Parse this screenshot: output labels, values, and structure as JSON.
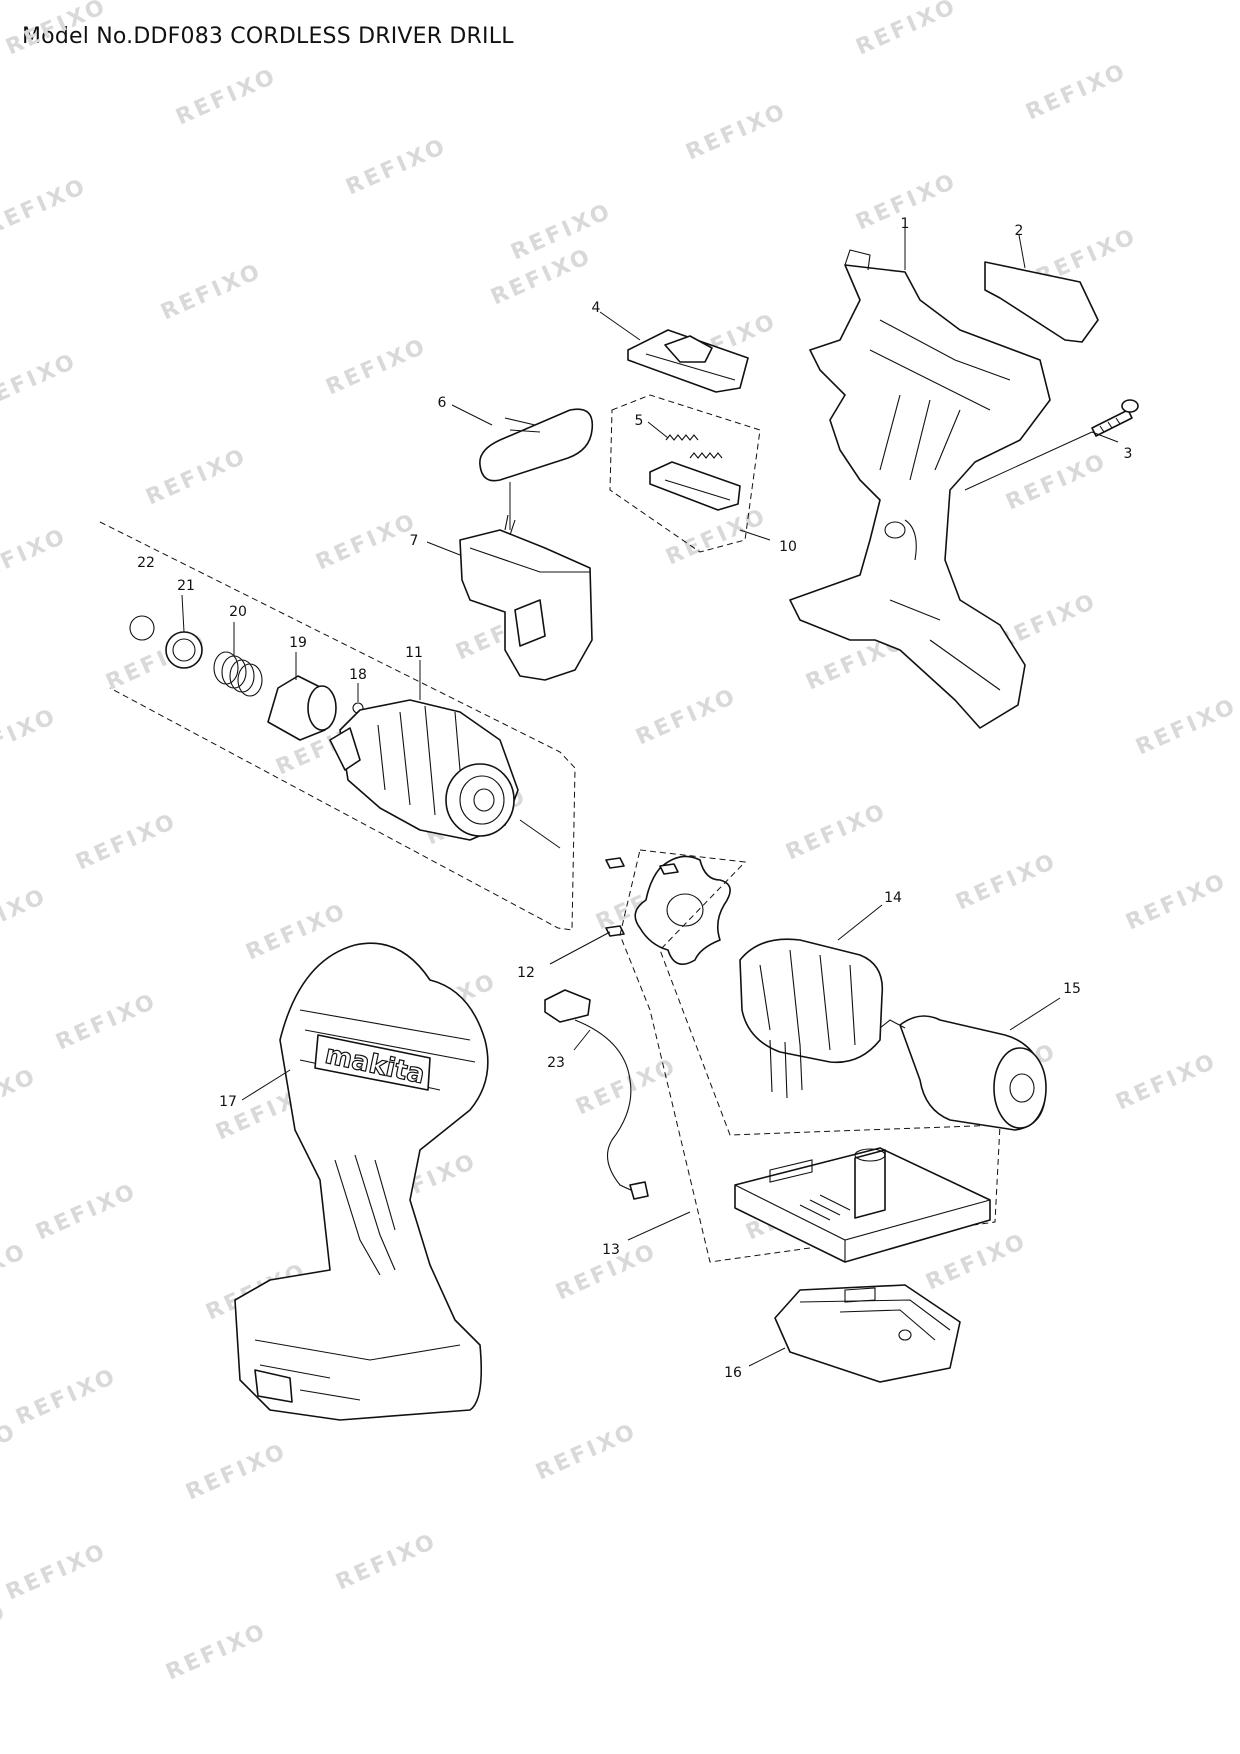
{
  "title": "Model No.DDF083 CORDLESS DRIVER DRILL",
  "watermark": "REFIXO",
  "brand_on_housing": "makita",
  "part_numbers": [
    "1",
    "2",
    "3",
    "4",
    "5",
    "6",
    "7",
    "10",
    "11",
    "12",
    "13",
    "14",
    "15",
    "16",
    "17",
    "18",
    "19",
    "20",
    "21",
    "22",
    "23"
  ],
  "colors": {
    "line": "#111111",
    "watermark": "#d9d9d9",
    "background": "#ffffff"
  }
}
